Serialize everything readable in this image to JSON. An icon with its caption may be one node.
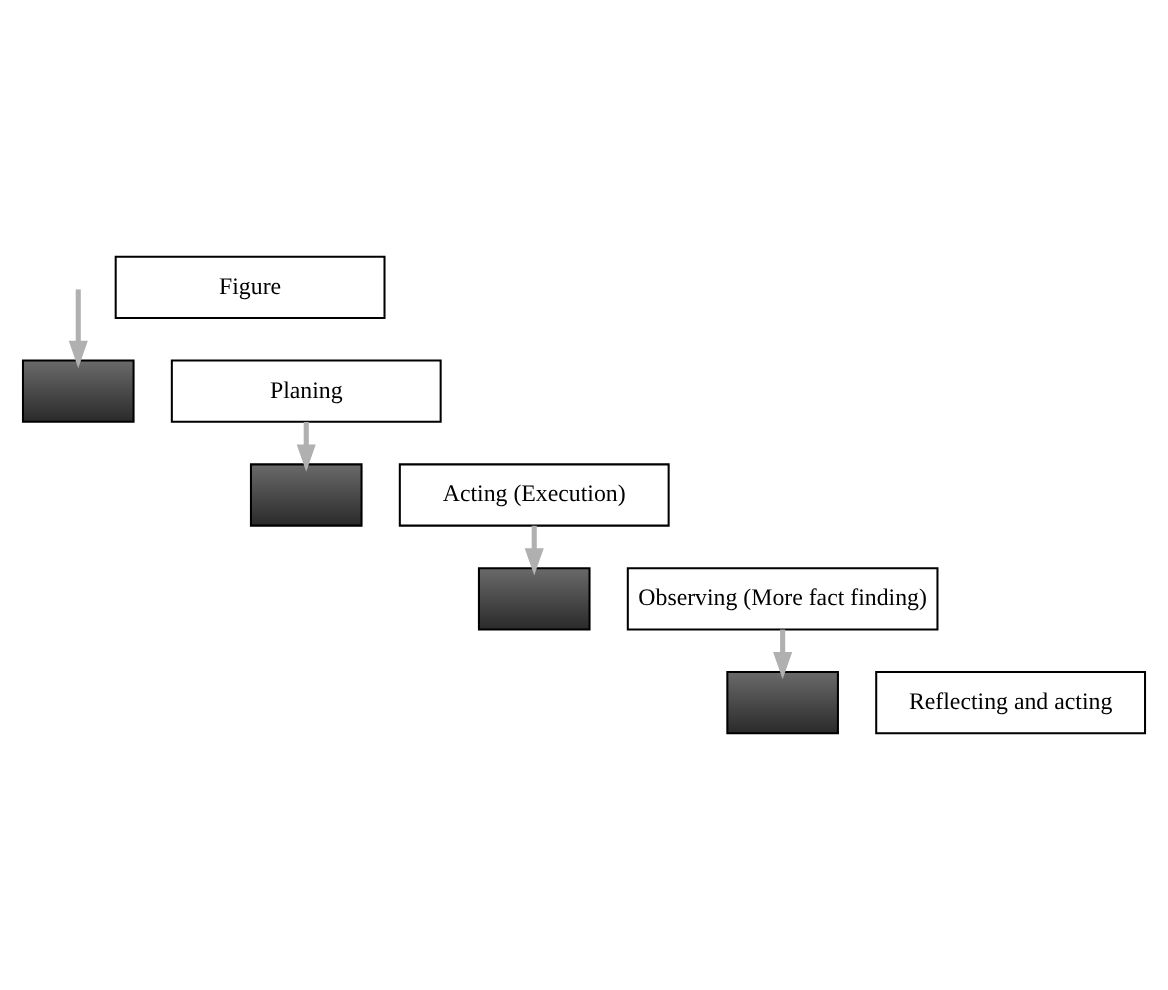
{
  "diagram": {
    "nodes": [
      {
        "text": [],
        "shape": "box"
      },
      {
        "text": [
          "Planing"
        ]
      },
      {
        "text": [
          "Figure"
        ]
      },
      {
        "text": [],
        "shape": "box"
      },
      {
        "text": [
          "Acting (Execution)"
        ]
      },
      {
        "text": [],
        "shape": "box"
      },
      {
        "text": [
          "Observing (More fact finding)"
        ]
      },
      {
        "text": [],
        "shape": "box"
      },
      {
        "text": [
          "Reflecting and acting"
        ]
      }
    ],
    "edges": [
      {
        "from": null,
        "to": 0,
        "arrow": "to"
      },
      {
        "from": 1,
        "to": 3,
        "arrow": "to"
      },
      {
        "from": 4,
        "to": 5,
        "arrow": "to"
      },
      {
        "from": 6,
        "to": 7,
        "arrow": "to"
      }
    ]
  }
}
